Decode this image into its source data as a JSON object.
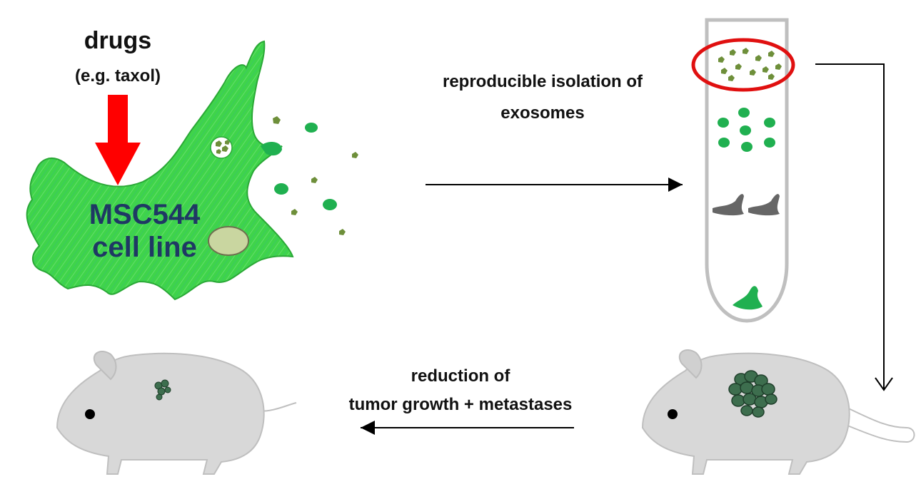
{
  "labels": {
    "drugs_title": "drugs",
    "drugs_example": "(e.g. taxol)",
    "cell_line_name": "MSC544",
    "cell_line_suffix": "cell line",
    "isolation_line1": "reproducible isolation of",
    "isolation_line2": "exosomes",
    "reduction_line1": "reduction of",
    "reduction_line2": "tumor growth + metastases"
  },
  "colors": {
    "cell_green": "#3fd44a",
    "cell_stroke": "#2aa836",
    "vesicle_dark_green": "#20b050",
    "olive_particle": "#6e8f3a",
    "drug_arrow_red": "#ff0000",
    "highlight_ring_red": "#e01010",
    "tube_gray": "#bfbfbf",
    "mouse_gray": "#d8d8d8",
    "nucleus": "#c9d6a0",
    "cell_text_navy": "#1f3864",
    "tumor_green": "#3d6e4e"
  },
  "icons": {
    "drug_arrow": "red-down-arrow-icon",
    "tube": "centrifuge-tube-icon",
    "mouse": "mouse-icon"
  }
}
